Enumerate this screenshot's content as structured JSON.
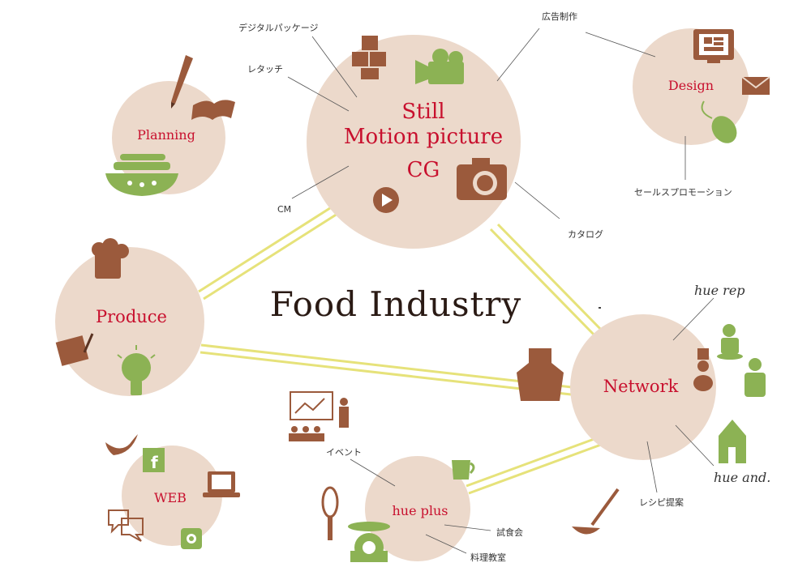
{
  "title": "Food Industry",
  "colors": {
    "circle_fill": "#ecd9cb",
    "label_red": "#c8102e",
    "connector_yellow": "#e6e27a",
    "icon_brown": "#9b5a3c",
    "icon_green": "#8cb254",
    "text_dark": "#2a1a14"
  },
  "nodes": {
    "planning": {
      "label": "Planning"
    },
    "media": {
      "lines": [
        "Still",
        "Motion picture",
        "CG"
      ]
    },
    "design": {
      "label": "Design"
    },
    "produce": {
      "label": "Produce"
    },
    "network": {
      "label": "Network"
    },
    "web": {
      "label": "WEB"
    },
    "hueplus": {
      "label": "hue plus"
    }
  },
  "annotations": {
    "digital_package": "デジタルパッケージ",
    "retouch": "レタッチ",
    "ad_production": "広告制作",
    "cm": "CM",
    "catalog": "カタログ",
    "sales_promotion": "セールスプロモーション",
    "event": "イベント",
    "tasting": "試食会",
    "cooking_class": "料理教室",
    "recipe": "レシピ提案",
    "hue_rep": "hue rep",
    "hue_and": "hue and."
  },
  "icons": [
    "pencil-icon",
    "book-icon",
    "plates-icon",
    "boxes-icon",
    "video-camera-icon",
    "camera-icon",
    "play-icon",
    "monitor-icon",
    "envelope-icon",
    "mouse-icon",
    "chef-hat-icon",
    "notepad-icon",
    "lightbulb-icon",
    "apron-icon",
    "chef-icon",
    "doctor-icon",
    "house-icon",
    "presentation-icon",
    "whisk-icon",
    "scale-icon",
    "measuring-cup-icon",
    "ladle-icon",
    "twitter-icon",
    "facebook-icon",
    "laptop-icon",
    "chat-icon",
    "instagram-icon"
  ]
}
